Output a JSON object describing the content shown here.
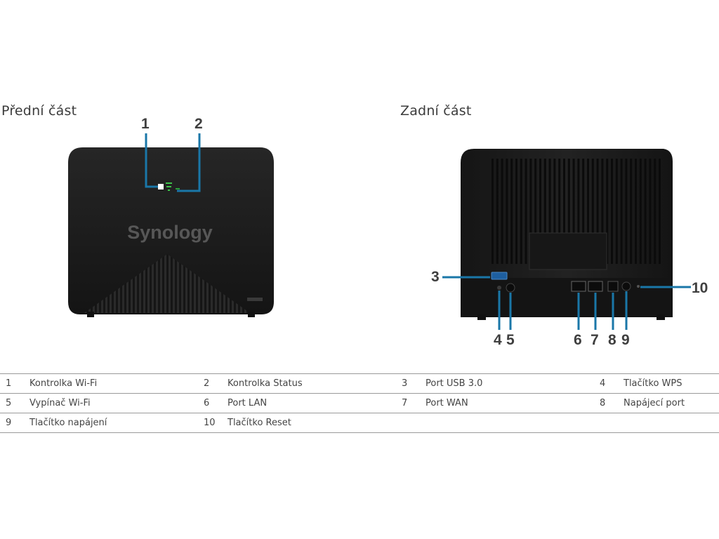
{
  "front": {
    "title": "Přední část"
  },
  "back": {
    "title": "Zadní část"
  },
  "brand": {
    "logo_text": "Synology"
  },
  "callouts": [
    "1",
    "2",
    "3",
    "4",
    "5",
    "6",
    "7",
    "8",
    "9",
    "10"
  ],
  "accent_color": "#1a77a8",
  "led_color": "#3ec24a",
  "device_color": "#1d1d1d",
  "legend": [
    [
      {
        "num": "1",
        "label": "Kontrolka Wi-Fi"
      },
      {
        "num": "2",
        "label": "Kontrolka Status"
      },
      {
        "num": "3",
        "label": "Port USB 3.0"
      },
      {
        "num": "4",
        "label": "Tlačítko WPS"
      }
    ],
    [
      {
        "num": "5",
        "label": "Vypínač Wi-Fi"
      },
      {
        "num": "6",
        "label": "Port LAN"
      },
      {
        "num": "7",
        "label": "Port WAN"
      },
      {
        "num": "8",
        "label": "Napájecí port"
      }
    ],
    [
      {
        "num": "9",
        "label": "Tlačítko napájení"
      },
      {
        "num": "10",
        "label": "Tlačítko Reset"
      },
      {
        "num": "",
        "label": ""
      },
      {
        "num": "",
        "label": ""
      }
    ]
  ]
}
